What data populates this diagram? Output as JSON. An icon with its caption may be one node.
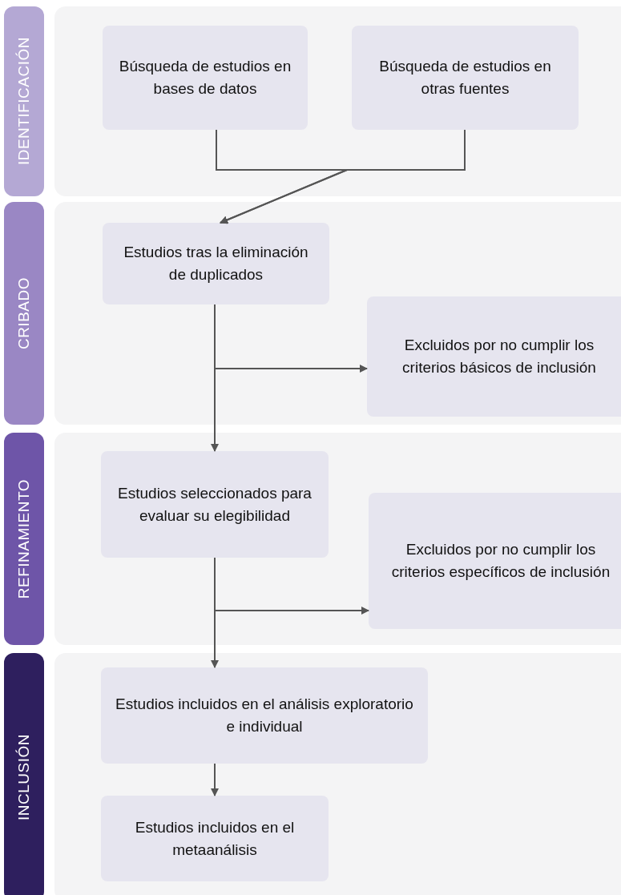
{
  "diagram": {
    "nodes": [
      {
        "text": [
          "IDENTIFICACIÓN"
        ]
      },
      {
        "text": [],
        "shape": "box"
      },
      {
        "text": [
          "Búsqueda de estudios en bases de datos"
        ],
        "in": 1
      },
      {
        "text": [
          "Búsqueda de estudios en otras fuentes"
        ],
        "in": 1
      },
      {
        "text": [
          "CRIBADO"
        ]
      },
      {
        "text": [],
        "shape": "box"
      },
      {
        "text": [
          "Estudios tras la eliminación de duplicados"
        ],
        "in": 5
      },
      {
        "text": [
          "Excluidos por no cumplir los criterios básicos de inclusión"
        ],
        "in": 5
      },
      {
        "text": [
          "REFINAMIENTO"
        ]
      },
      {
        "text": [],
        "shape": "box"
      },
      {
        "text": [
          "Estudios seleccionados para evaluar su elegibilidad"
        ],
        "in": 9
      },
      {
        "text": [
          "Excluidos por no cumplir los criterios específicos de inclusión"
        ],
        "in": 9
      },
      {
        "text": [
          "INCLUSIÓN"
        ]
      },
      {
        "text": [],
        "shape": "box"
      },
      {
        "text": [
          "Estudios incluidos en el análisis exploratorio e individual"
        ],
        "in": 13
      },
      {
        "text": [
          "Estudios incluidos en el metaanálisis"
        ],
        "in": 13
      }
    ],
    "edges": [
      {
        "from": 2,
        "to": 6,
        "arrow": "to"
      },
      {
        "from": 3,
        "to": 6,
        "arrow": "to"
      },
      {
        "from": 6,
        "to": 7,
        "arrow": "to"
      },
      {
        "from": 6,
        "to": 10,
        "arrow": "to"
      },
      {
        "from": 10,
        "to": 11,
        "arrow": "to"
      },
      {
        "from": 10,
        "to": 14,
        "arrow": "to"
      },
      {
        "from": 14,
        "to": 15,
        "arrow": "to"
      }
    ]
  }
}
